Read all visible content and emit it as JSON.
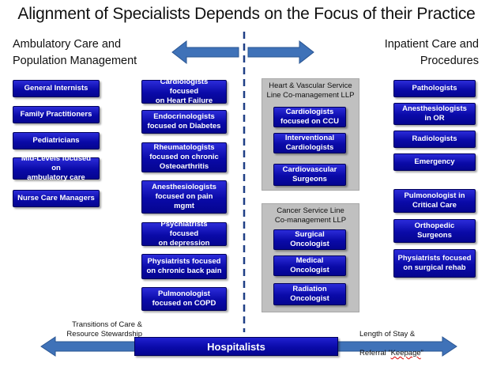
{
  "title": "Alignment of Specialists Depends on the Focus of their Practice",
  "left_heading": "Ambulatory Care and\nPopulation Management",
  "right_heading": "Inpatient Care and\nProcedures",
  "col1": [
    "General Internists",
    "Family Practitioners",
    "Pediatricians",
    "Mid-Levels focused on\nambulatory care",
    "Nurse Care Managers"
  ],
  "col2": [
    "Cardiologists focused\non Heart Failure",
    "Endocrinologists\nfocused on Diabetes",
    "Rheumatologists\nfocused on chronic\nOsteoarthritis",
    "Anesthesiologists\nfocused on pain mgmt",
    "Psychiatrists focused\non depression",
    "Physiatrists focused\non chronic back pain",
    "Pulmonologist\nfocused on COPD"
  ],
  "group_heart": {
    "title": "Heart & Vascular Service\nLine Co-management LLP",
    "items": [
      "Cardiologists\nfocused on CCU",
      "Interventional\nCardiologists",
      "Cardiovascular\nSurgeons"
    ]
  },
  "group_cancer": {
    "title": "Cancer Service Line\nCo-management LLP",
    "items": [
      "Surgical\nOncologist",
      "Medical\nOncologist",
      "Radiation\nOncologist"
    ]
  },
  "col4": [
    "Pathologists",
    "Anesthesiologists\nin OR",
    "Radiologists",
    "Emergency",
    "Pulmonologist in\nCritical Care",
    "Orthopedic\nSurgeons",
    "Physiatrists focused\non surgical rehab"
  ],
  "footer_left": "Transitions of Care &\nResource Stewardship",
  "footer_right_line1": "Length of Stay &",
  "footer_right_prefix": "Referral “",
  "footer_right_word": "Keepage",
  "footer_right_suffix": "”",
  "hospitalists": "Hospitalists",
  "colors": {
    "box": "#0a0aa8",
    "arrow": "#3f72b8",
    "group_bg": "#c0c0c0"
  }
}
